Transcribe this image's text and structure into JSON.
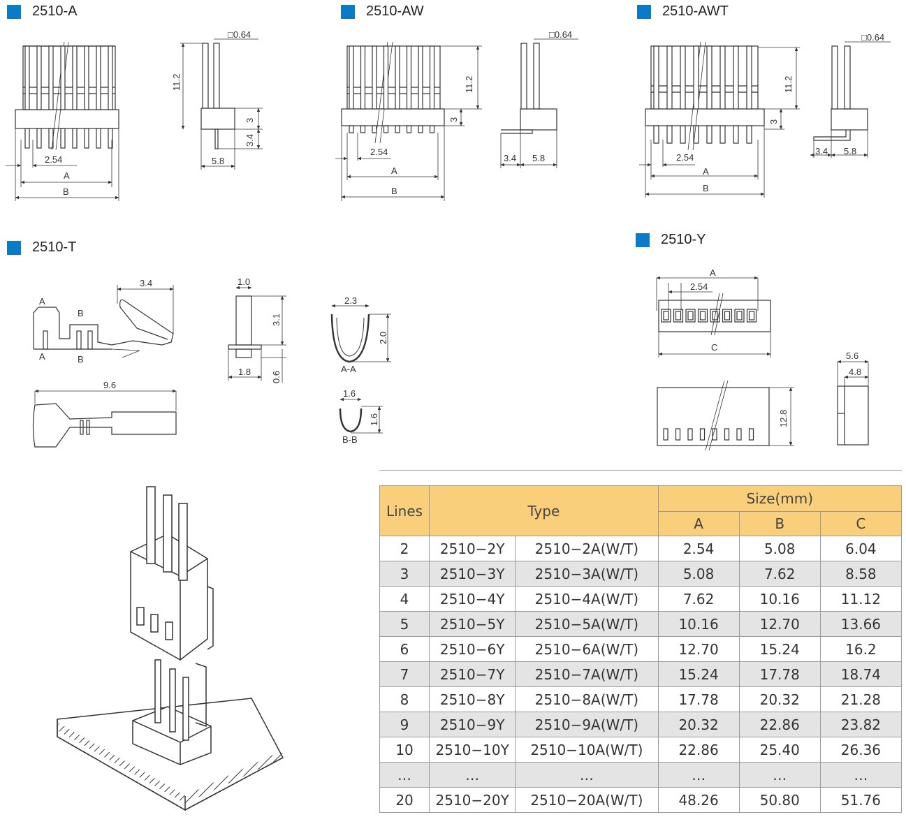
{
  "sections": {
    "a": {
      "title": "2510-A"
    },
    "aw": {
      "title": "2510-AW"
    },
    "awt": {
      "title": "2510-AWT"
    },
    "t": {
      "title": "2510-T"
    },
    "y": {
      "title": "2510-Y"
    }
  },
  "accent_color": "#0a7bc4",
  "dimensions": {
    "pitch": "2.54",
    "height": "11.2",
    "base": "3",
    "pin_lead": "3.4",
    "width": "5.8",
    "pin_size": "□0.64",
    "a": "A",
    "b": "B",
    "c": "C",
    "t_len": "3.4",
    "t_total": "9.6",
    "t_w1": "1.0",
    "t_h1": "3.1",
    "t_w2": "1.8",
    "t_h2": "0.6",
    "t_aa_w": "2.3",
    "t_aa_h": "2.0",
    "t_bb_w": "1.6",
    "t_bb_h": "1.6",
    "label_aa": "A-A",
    "label_bb": "B-B",
    "mark_a": "A",
    "mark_b": "B",
    "y_h": "12.8",
    "y_w1": "5.6",
    "y_w2": "4.8"
  },
  "table": {
    "header": {
      "lines": "Lines",
      "type": "Type",
      "size": "Size(mm)",
      "a": "A",
      "b": "B",
      "c": "C"
    },
    "rows": [
      {
        "lines": "2",
        "y": "2510−2Y",
        "a_type": "2510−2A(W/T)",
        "a": "2.54",
        "b": "5.08",
        "c": "6.04"
      },
      {
        "lines": "3",
        "y": "2510−3Y",
        "a_type": "2510−3A(W/T)",
        "a": "5.08",
        "b": "7.62",
        "c": "8.58"
      },
      {
        "lines": "4",
        "y": "2510−4Y",
        "a_type": "2510−4A(W/T)",
        "a": "7.62",
        "b": "10.16",
        "c": "11.12"
      },
      {
        "lines": "5",
        "y": "2510−5Y",
        "a_type": "2510−5A(W/T)",
        "a": "10.16",
        "b": "12.70",
        "c": "13.66"
      },
      {
        "lines": "6",
        "y": "2510−6Y",
        "a_type": "2510−6A(W/T)",
        "a": "12.70",
        "b": "15.24",
        "c": "16.2"
      },
      {
        "lines": "7",
        "y": "2510−7Y",
        "a_type": "2510−7A(W/T)",
        "a": "15.24",
        "b": "17.78",
        "c": "18.74"
      },
      {
        "lines": "8",
        "y": "2510−8Y",
        "a_type": "2510−8A(W/T)",
        "a": "17.78",
        "b": "20.32",
        "c": "21.28"
      },
      {
        "lines": "9",
        "y": "2510−9Y",
        "a_type": "2510−9A(W/T)",
        "a": "20.32",
        "b": "22.86",
        "c": "23.82"
      },
      {
        "lines": "10",
        "y": "2510−10Y",
        "a_type": "2510−10A(W/T)",
        "a": "22.86",
        "b": "25.40",
        "c": "26.36"
      },
      {
        "lines": "…",
        "y": "…",
        "a_type": "…",
        "a": "…",
        "b": "…",
        "c": "…"
      },
      {
        "lines": "20",
        "y": "2510−20Y",
        "a_type": "2510−20A(W/T)",
        "a": "48.26",
        "b": "50.80",
        "c": "51.76"
      }
    ]
  }
}
